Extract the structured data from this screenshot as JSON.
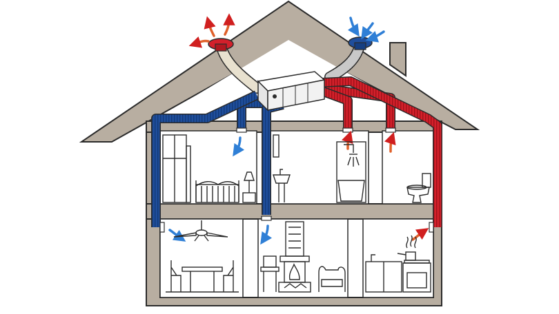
{
  "colors": {
    "wall": "#b8aea1",
    "wall_stroke": "#2b2b2b",
    "attic_fill": "#ffffff",
    "room_fill": "#ffffff",
    "supply_duct": "#1f4e9c",
    "supply_duct_dark": "#123a78",
    "extract_duct": "#d3202b",
    "extract_duct_dark": "#9e1219",
    "exhaust_flex": "#e8e1cf",
    "intake_flex": "#c9c9c9",
    "arrow_fresh": "#2f7fd6",
    "arrow_stale": "#e0602a",
    "arrow_stale_tip": "#d01f1f",
    "unit_body": "#f2f2f2",
    "furniture": "#2b2b2b"
  },
  "diagram": {
    "rooms": [
      {
        "id": "bedroom",
        "label": ""
      },
      {
        "id": "bathroom",
        "label": ""
      },
      {
        "id": "toilet",
        "label": ""
      },
      {
        "id": "dining",
        "label": ""
      },
      {
        "id": "living",
        "label": ""
      },
      {
        "id": "kitchen",
        "label": ""
      }
    ],
    "icons": [
      "heat-recovery-unit-icon",
      "roof-exhaust-terminal-icon",
      "roof-intake-terminal-icon",
      "wardrobe-icon",
      "bed-icon",
      "lamp-icon",
      "shower-icon",
      "sink-icon",
      "bathtub-icon",
      "toilet-icon",
      "ceiling-fan-icon",
      "dining-table-icon",
      "fireplace-icon",
      "tv-icon",
      "armchair-icon",
      "stove-icon",
      "steam-icon"
    ]
  }
}
